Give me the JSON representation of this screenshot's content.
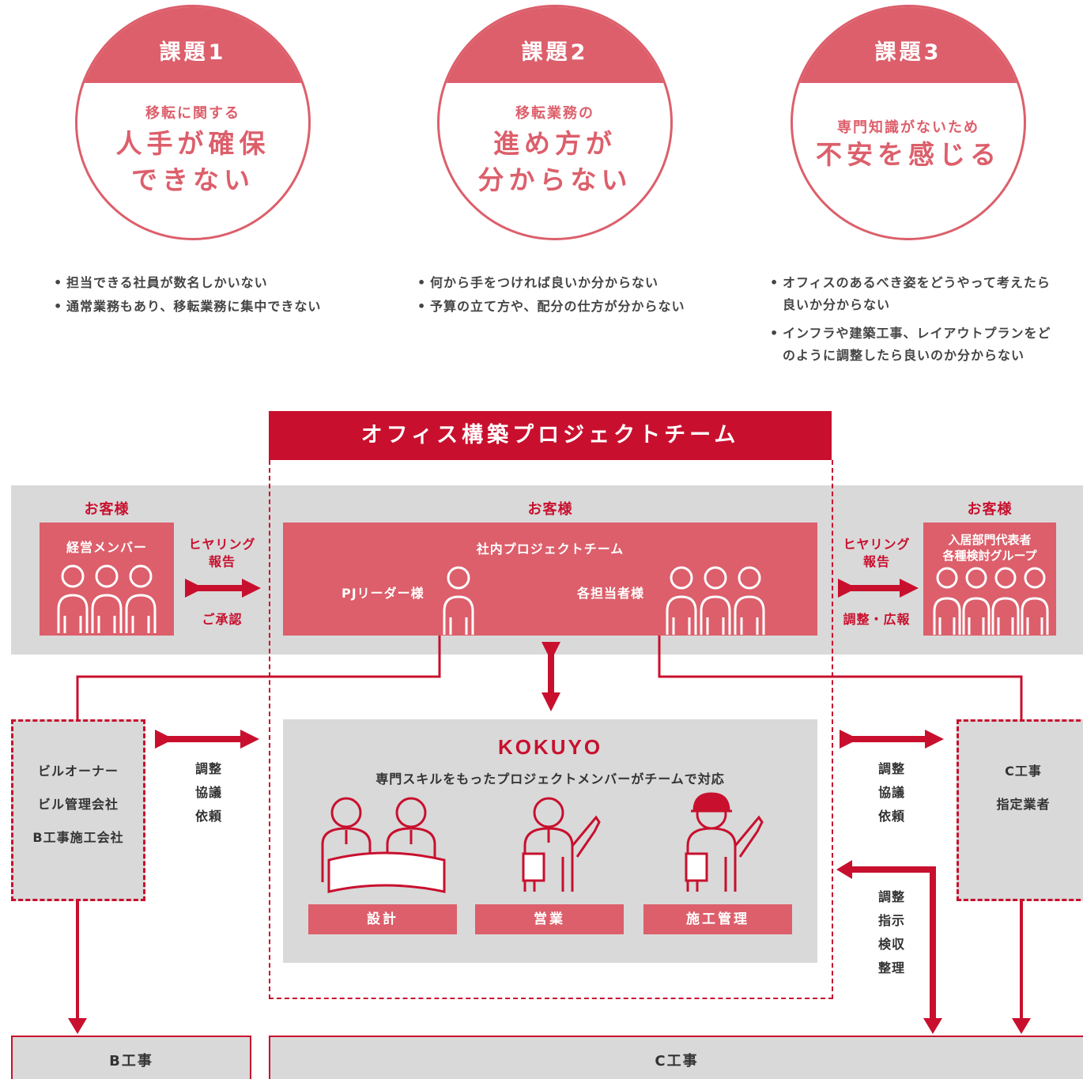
{
  "issues": [
    {
      "title": "課題1",
      "sub": "移転に関する",
      "big": [
        "人手が確保",
        "できない"
      ],
      "bullets": [
        "担当できる社員が数名しかいない",
        "通常業務もあり、移転業務に集中できない"
      ]
    },
    {
      "title": "課題2",
      "sub": "移転業務の",
      "big": [
        "進め方が",
        "分からない"
      ],
      "bullets": [
        "何から手をつければ良いか分からない",
        "予算の立て方や、配分の仕方が分からない"
      ]
    },
    {
      "title": "課題3",
      "sub": "専門知識がないため",
      "big": [
        "不安を感じる"
      ],
      "bullets": [
        "オフィスのあるべき姿をどうやって考えたら良いか分からない",
        "インフラや建築工事、レイアウトプランをどのように調整したら良いのか分からない"
      ]
    }
  ],
  "diagram": {
    "team_title": "オフィス構築プロジェクトチーム",
    "customer_label": "お客様",
    "management": "経営メンバー",
    "left_arrow": {
      "top": "ヒヤリング\n報告",
      "bottom": "ご承認"
    },
    "internal_team": "社内プロジェクトチーム",
    "pj_leader": "PJリーダー様",
    "staff": "各担当者様",
    "right_arrow": {
      "top": "ヒヤリング\n報告",
      "bottom": "調整・広報"
    },
    "dept_reps": "入居部門代表者\n各種検討グループ",
    "owner_box": [
      "ビルオーナー",
      "ビル管理会社",
      "B工事施工会社"
    ],
    "coord": [
      "調整",
      "協議",
      "依頼"
    ],
    "kokuyo_logo": "KOKUYO",
    "kokuyo_desc": "専門スキルをもったプロジェクトメンバーがチームで対応",
    "roles": [
      "設計",
      "営業",
      "施工管理"
    ],
    "c_work_box": [
      "C工事",
      "指定業者"
    ],
    "instruct": [
      "調整",
      "指示",
      "検収",
      "整理"
    ],
    "b_work": "B工事",
    "c_work": "C工事"
  },
  "colors": {
    "accent": "#c8102e",
    "pink": "#dc5f6b",
    "gray": "#d9d9d9"
  }
}
